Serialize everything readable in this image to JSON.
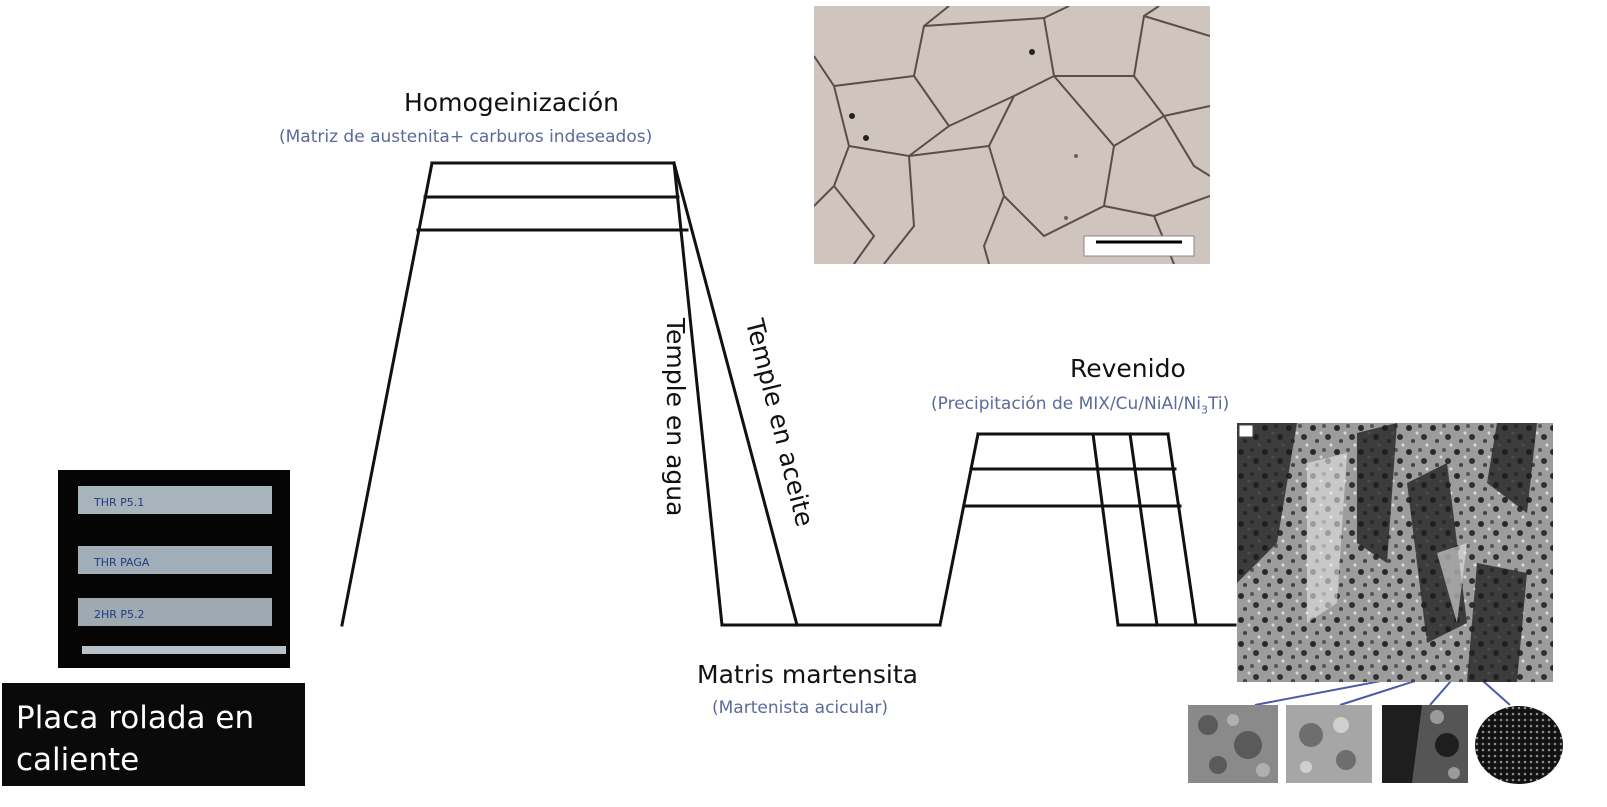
{
  "stages": {
    "homogenization": {
      "title": "Homogeinización",
      "subtitle": "(Matriz de austenita+ carburos indeseados)"
    },
    "quench_water": {
      "label": "Temple en agua"
    },
    "quench_oil": {
      "label": "Temple en aceite"
    },
    "tempering": {
      "title": "Revenido",
      "subtitle_main": "(Precipitación de MIX/Cu/NiAl/Ni",
      "subtitle_sub": "3",
      "subtitle_end": "Ti)"
    },
    "martensite": {
      "title": "Matris martensita",
      "subtitle": "(Martenista acicular)"
    }
  },
  "photo_label": {
    "line1": "Placa rolada en",
    "line2": "caliente"
  },
  "sample_marks": [
    "THR P5.1",
    "THR PAGA",
    "2HR P5.2"
  ],
  "colors": {
    "line": "#111111",
    "subtitle": "#5a6a9c",
    "label_bg": "#0a0a0a",
    "pointer": "#4a5aa8"
  }
}
